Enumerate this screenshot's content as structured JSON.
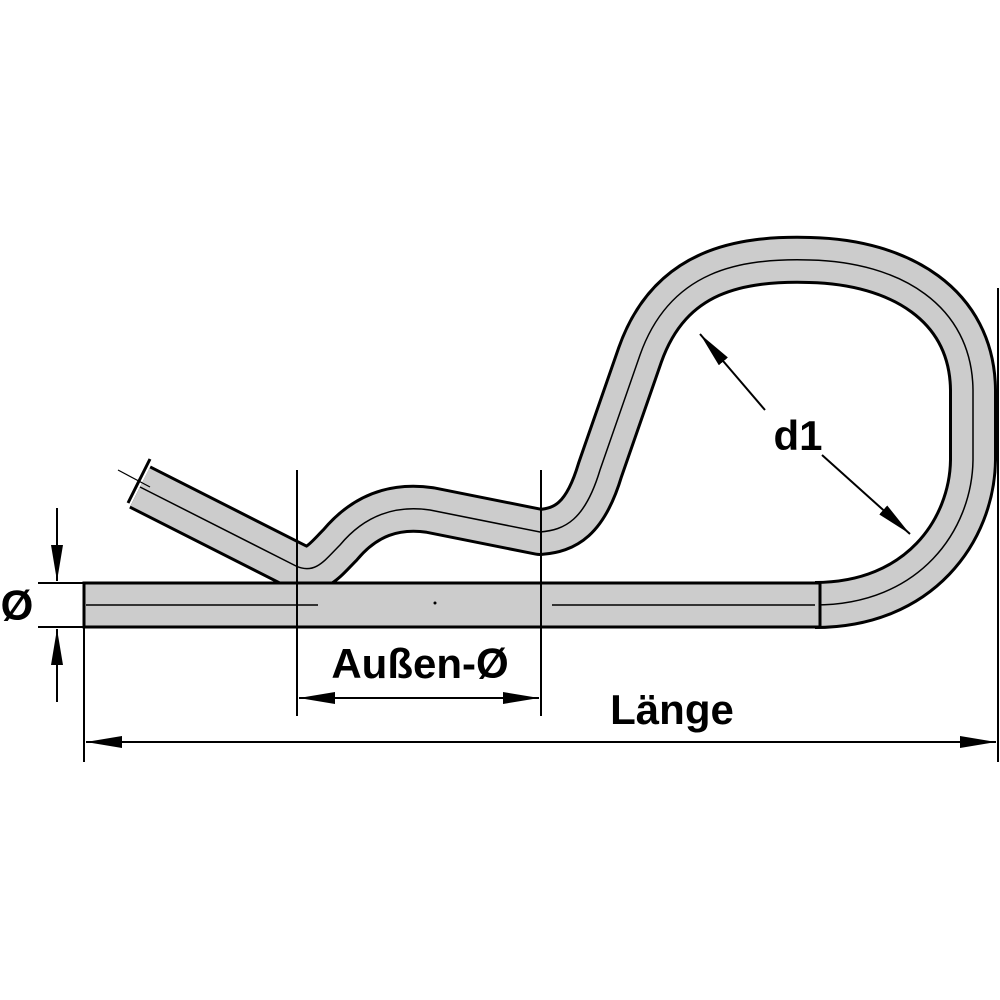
{
  "labels": {
    "diameter": "Ø",
    "outer_diameter": "Außen-Ø",
    "length": "Länge",
    "loop_diameter": "d1"
  },
  "colors": {
    "wire_fill": "#cccccc",
    "outline": "#000000",
    "background": "#ffffff"
  }
}
